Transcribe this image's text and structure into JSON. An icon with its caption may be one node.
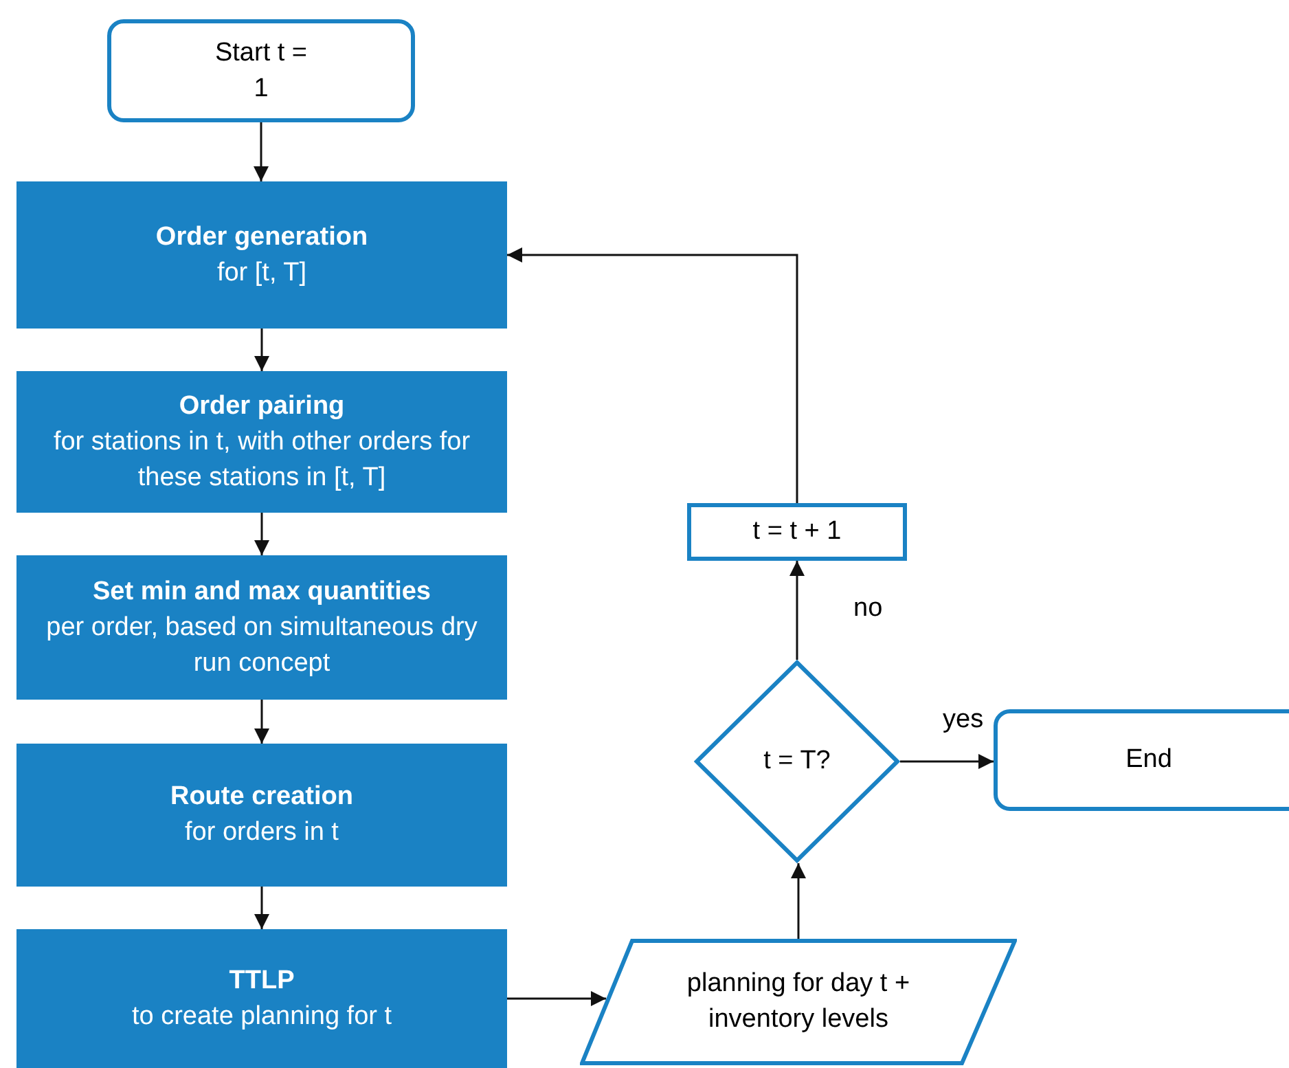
{
  "diagram": {
    "nodes": [
      {
        "text": [
          "Start t = 1"
        ]
      },
      {
        "text": [
          "Order generation",
          "for [t, T]"
        ]
      },
      {
        "text": [
          "Order pairing",
          "for stations in t, with other orders for these stations in [t, T]"
        ]
      },
      {
        "text": [
          "Set min and max quantities",
          "per order, based on simultaneous dry run concept"
        ]
      },
      {
        "text": [
          "Route creation",
          "for orders in t"
        ]
      },
      {
        "text": [
          "TTLP",
          "to create planning for t"
        ]
      },
      {
        "text": [
          "planning for day t + inventory levels"
        ]
      },
      {
        "text": [
          "t = T?"
        ]
      },
      {
        "text": [
          "t = t + 1"
        ]
      },
      {
        "text": [
          "End"
        ]
      }
    ],
    "edges": [
      {
        "from": 0,
        "to": 1,
        "arrow": "to"
      },
      {
        "from": 1,
        "to": 2,
        "arrow": "to"
      },
      {
        "from": 2,
        "to": 3,
        "arrow": "to"
      },
      {
        "from": 3,
        "to": 4,
        "arrow": "to"
      },
      {
        "from": 4,
        "to": 5,
        "arrow": "to"
      },
      {
        "from": 5,
        "to": 6,
        "arrow": "to"
      },
      {
        "from": 6,
        "to": 7,
        "arrow": "to"
      },
      {
        "from": 7,
        "to": 8,
        "arrow": "to",
        "label": "no"
      },
      {
        "from": 7,
        "to": 9,
        "arrow": "to",
        "label": "yes"
      },
      {
        "from": 8,
        "to": 1,
        "arrow": "to"
      }
    ]
  }
}
